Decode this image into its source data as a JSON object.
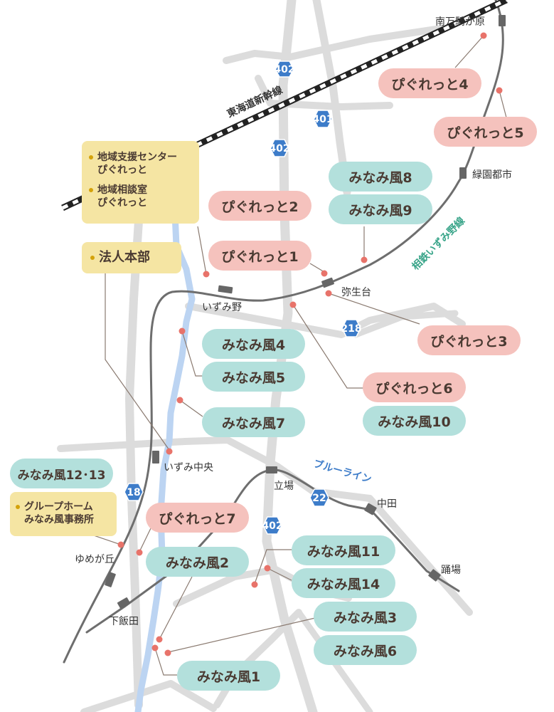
{
  "colors": {
    "office_pill": "#f5c2bd",
    "residence_pill": "#b3e0dc",
    "hq_box": "#f5e5a3",
    "pin": "#e8736a",
    "road": "#dcdcdc",
    "river": "#bcd4f2",
    "route_marker": "#3d7cc9",
    "sotetsu_label": "#3aa58a",
    "blueline_label": "#3d7cc9"
  },
  "boxes": {
    "support_center": "地域支援センター\nぴぐれっと",
    "consultation": "地域相談室\nぴぐれっと",
    "hq": "法人本部",
    "group_home": "グループホーム\nみなみ風事務所"
  },
  "facilities": {
    "pigret1": "ぴぐれっと1",
    "pigret2": "ぴぐれっと2",
    "pigret3": "ぴぐれっと3",
    "pigret4": "ぴぐれっと4",
    "pigret5": "ぴぐれっと5",
    "pigret6": "ぴぐれっと6",
    "pigret7": "ぴぐれっと7",
    "minami1": "みなみ風1",
    "minami2": "みなみ風2",
    "minami3": "みなみ風3",
    "minami4": "みなみ風4",
    "minami5": "みなみ風5",
    "minami6": "みなみ風6",
    "minami7": "みなみ風7",
    "minami8": "みなみ風8",
    "minami9": "みなみ風9",
    "minami10": "みなみ風10",
    "minami11": "みなみ風11",
    "minami12_13": "みなみ風12･13",
    "minami14": "みなみ風14"
  },
  "stations": {
    "minamimakigahara": "南万騎が原",
    "ryokuentoshi": "緑園都市",
    "yayoidai": "弥生台",
    "izumino": "いずみ野",
    "izumichuo": "いずみ中央",
    "yumegaoka": "ゆめが丘",
    "shimoiida": "下飯田",
    "tateba": "立場",
    "nakata": "中田",
    "odoriba": "踊場"
  },
  "lines": {
    "shinkansen": "東海道新幹線",
    "sotetsu": "相鉄いずみ野線",
    "blueline": "ブルーライン"
  },
  "routes": {
    "r402_top": "402",
    "r401": "401",
    "r402_mid": "402",
    "r218": "218",
    "r18": "18",
    "r22": "22",
    "r402_bottom": "402"
  }
}
